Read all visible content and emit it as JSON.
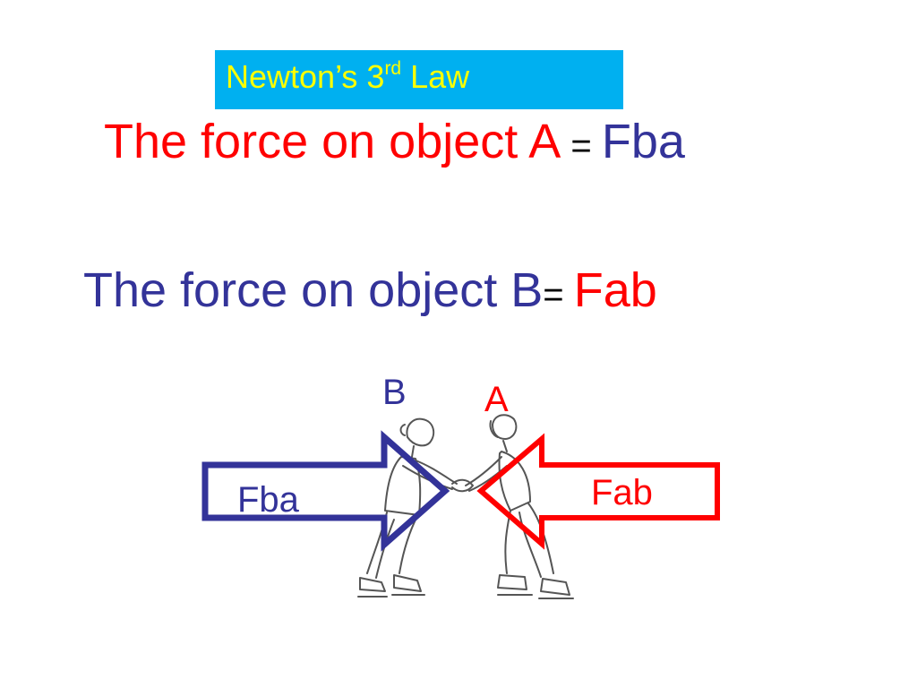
{
  "title": {
    "prefix": "Newton’s 3",
    "superscript": "rd",
    "suffix": " Law"
  },
  "statement_a": {
    "text": "The force on object A",
    "equals": " = ",
    "force": "Fba"
  },
  "statement_b": {
    "text": "The force on object B",
    "equals": "= ",
    "force": "Fab"
  },
  "diagram": {
    "label_b": "B",
    "label_a": "A",
    "arrow_left_label": "Fba",
    "arrow_right_label": "Fab"
  },
  "colors": {
    "title_background": "#00b0f0",
    "title_text": "#ffff00",
    "red": "#ff0000",
    "blue": "#333399"
  }
}
